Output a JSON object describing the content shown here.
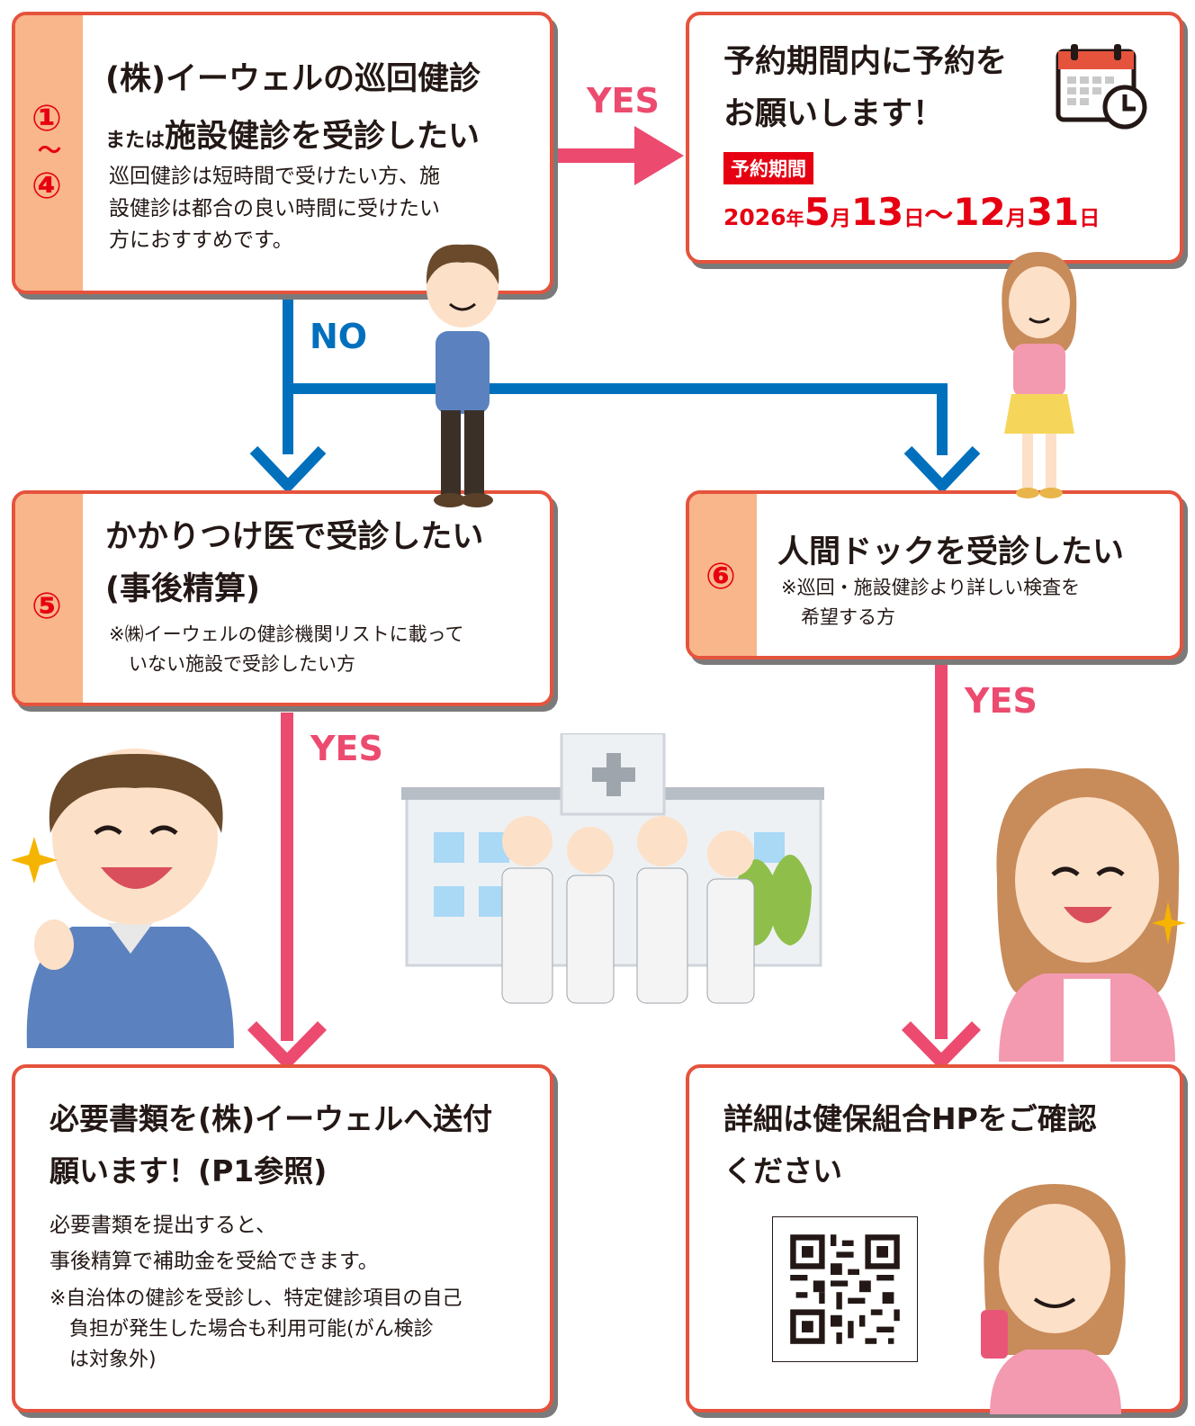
{
  "box1": {
    "number": "①",
    "tilde": "～",
    "number_end": "④",
    "title_line1": "(株)イーウェルの巡回健診",
    "title_line2_small": "または",
    "title_line2_large": "施設健診を受診したい",
    "note_lines": [
      "巡回健診は短時間で受けたい方、施",
      "設健診は都合の良い時間に受けたい",
      "方におすすめです。"
    ]
  },
  "box2": {
    "title_lines": [
      "予約期間内に予約を",
      "お願いします！"
    ],
    "period_badge": "予約期間",
    "year": "2026",
    "year_unit": "年",
    "start_month": "5",
    "month_unit": "月",
    "start_day": "13",
    "day_unit": "日",
    "tilde": "～",
    "end_month": "12",
    "end_day": "31"
  },
  "box5": {
    "number": "⑤",
    "title_lines": [
      "かかりつけ医で受診したい",
      "(事後精算)"
    ],
    "note_lines": [
      "※㈱イーウェルの健診機関リストに載って",
      "いない施設で受診したい方"
    ]
  },
  "box6": {
    "number": "⑥",
    "title": "人間ドックを受診したい",
    "note_lines": [
      "※巡回・施設健診より詳しい検査を",
      "希望する方"
    ]
  },
  "box7": {
    "title_lines": [
      "必要書類を(株)イーウェルへ送付",
      "願います！(P1参照)"
    ],
    "body_lines": [
      "必要書類を提出すると、",
      "事後精算で補助金を受給できます。"
    ],
    "note_lines": [
      "※自治体の健診を受診し、特定健診項目の自己",
      "負担が発生した場合も利用可能(がん検診",
      "は対象外)"
    ]
  },
  "box8": {
    "title_lines": [
      "詳細は健保組合HPをご確認",
      "ください"
    ]
  },
  "labels": {
    "yes_top": "YES",
    "no": "NO",
    "yes_left": "YES",
    "yes_right": "YES"
  },
  "colors": {
    "box_border": "#e5533d",
    "tab": "#f8b68a",
    "number": "#e60012",
    "yes_arrow": "#ec4b6f",
    "no_arrow": "#0070bd",
    "period_badge": "#e60012"
  },
  "icons": [
    "calendar-clock-icon",
    "qr-code",
    "hospital-illustration",
    "character-man",
    "character-woman",
    "sparkle-icon"
  ]
}
